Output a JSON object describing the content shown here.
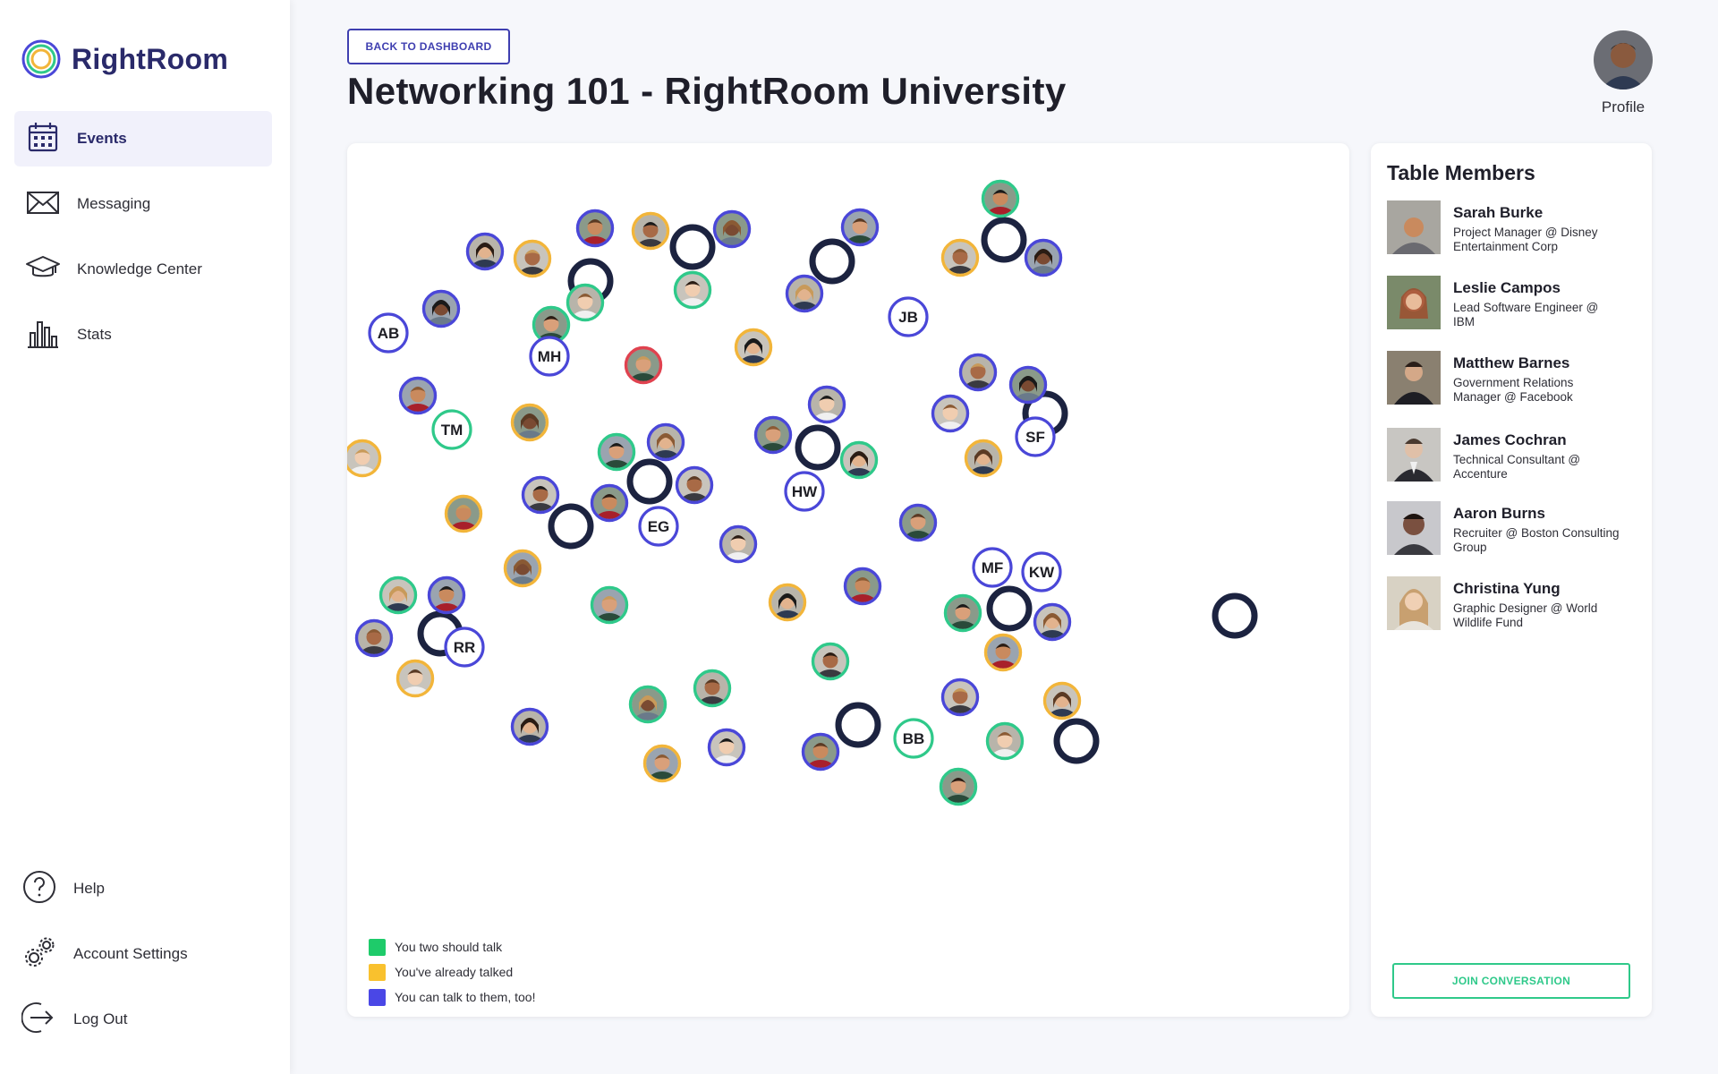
{
  "app": {
    "name": "RightRoom"
  },
  "sidebar": {
    "nav": [
      {
        "label": "Events",
        "icon": "calendar-icon",
        "active": true
      },
      {
        "label": "Messaging",
        "icon": "mail-icon",
        "active": false
      },
      {
        "label": "Knowledge Center",
        "icon": "graduation-cap-icon",
        "active": false
      },
      {
        "label": "Stats",
        "icon": "bar-chart-icon",
        "active": false
      }
    ],
    "bottom": [
      {
        "label": "Help",
        "icon": "help-icon"
      },
      {
        "label": "Account Settings",
        "icon": "gears-icon"
      },
      {
        "label": "Log Out",
        "icon": "logout-icon"
      }
    ]
  },
  "header": {
    "back_label": "BACK TO DASHBOARD",
    "title": "Networking 101 - RightRoom University",
    "profile_label": "Profile"
  },
  "colors": {
    "green": "#2fc98a",
    "yellow": "#f2b53a",
    "blue": "#4a47d8",
    "red": "#e0424f",
    "table": "#1c2340",
    "brand": "#2a2a6a"
  },
  "legend": [
    {
      "label": "You two should talk",
      "color": "#1ecb6a"
    },
    {
      "label": "You've already talked",
      "color": "#f9c12e"
    },
    {
      "label": "You can talk to them, too!",
      "color": "#4a47e6"
    }
  ],
  "members_panel": {
    "title": "Table Members",
    "join_label": "JOIN CONVERSATION",
    "members": [
      {
        "name": "Sarah Burke",
        "role": "Project Manager @ Disney Entertainment Corp",
        "avatar": "#c98a5e"
      },
      {
        "name": "Leslie Campos",
        "role": "Lead Software Engineer @ IBM",
        "avatar": "#b76a4a"
      },
      {
        "name": "Matthew Barnes",
        "role": "Government Relations Manager @ Facebook",
        "avatar": "#5a4a40"
      },
      {
        "name": "James Cochran",
        "role": "Technical Consultant @ Accenture",
        "avatar": "#8a7a70"
      },
      {
        "name": "Aaron Burns",
        "role": "Recruiter @ Boston Consulting Group",
        "avatar": "#7a5040"
      },
      {
        "name": "Christina Yung",
        "role": "Graphic Designer @ World Wildlife Fund",
        "avatar": "#d8b894"
      }
    ]
  },
  "tables": [
    {
      "seats": []
    },
    {
      "seats": []
    },
    {
      "seats": []
    },
    {
      "seats": []
    },
    {
      "seats": []
    },
    {
      "seats": []
    },
    {
      "seats": []
    },
    {
      "seats": []
    },
    {
      "seats": []
    },
    {
      "seats": []
    },
    {
      "seats": []
    },
    {
      "seats": []
    },
    {
      "seats": []
    }
  ],
  "people": [
    {
      "initials": "",
      "ring": "blue"
    },
    {
      "initials": "",
      "ring": "blue"
    },
    {
      "initials": "",
      "ring": "yellow"
    },
    {
      "initials": "",
      "ring": "blue"
    },
    {
      "initials": "",
      "ring": "green"
    },
    {
      "initials": "",
      "ring": "green"
    },
    {
      "initials": "AB",
      "ring": "blue"
    },
    {
      "initials": "MH",
      "ring": "blue"
    },
    {
      "initials": "",
      "ring": "yellow"
    },
    {
      "initials": "",
      "ring": "blue"
    },
    {
      "initials": "",
      "ring": "green"
    },
    {
      "initials": "",
      "ring": "blue"
    },
    {
      "initials": "",
      "ring": "blue"
    },
    {
      "initials": "",
      "ring": "green"
    },
    {
      "initials": "",
      "ring": "yellow"
    },
    {
      "initials": "",
      "ring": "blue"
    },
    {
      "initials": "JB",
      "ring": "blue"
    },
    {
      "initials": "",
      "ring": "red"
    },
    {
      "initials": "",
      "ring": "yellow"
    },
    {
      "initials": "",
      "ring": "blue"
    },
    {
      "initials": "TM",
      "ring": "green"
    },
    {
      "initials": "",
      "ring": "yellow"
    },
    {
      "initials": "",
      "ring": "yellow"
    },
    {
      "initials": "",
      "ring": "green"
    },
    {
      "initials": "",
      "ring": "blue"
    },
    {
      "initials": "",
      "ring": "blue"
    },
    {
      "initials": "",
      "ring": "blue"
    },
    {
      "initials": "EG",
      "ring": "blue"
    },
    {
      "initials": "",
      "ring": "blue"
    },
    {
      "initials": "",
      "ring": "blue"
    },
    {
      "initials": "",
      "ring": "green"
    },
    {
      "initials": "HW",
      "ring": "blue"
    },
    {
      "initials": "",
      "ring": "blue"
    },
    {
      "initials": "",
      "ring": "blue"
    },
    {
      "initials": "",
      "ring": "blue"
    },
    {
      "initials": "SF",
      "ring": "blue"
    },
    {
      "initials": "",
      "ring": "yellow"
    },
    {
      "initials": "",
      "ring": "yellow"
    },
    {
      "initials": "",
      "ring": "blue"
    },
    {
      "initials": "",
      "ring": "yellow"
    },
    {
      "initials": "",
      "ring": "blue"
    },
    {
      "initials": "",
      "ring": "blue"
    },
    {
      "initials": "",
      "ring": "green"
    },
    {
      "initials": "",
      "ring": "blue"
    },
    {
      "initials": "",
      "ring": "blue"
    },
    {
      "initials": "RR",
      "ring": "blue"
    },
    {
      "initials": "",
      "ring": "yellow"
    },
    {
      "initials": "",
      "ring": "green"
    },
    {
      "initials": "",
      "ring": "yellow"
    },
    {
      "initials": "",
      "ring": "blue"
    },
    {
      "initials": "",
      "ring": "green"
    },
    {
      "initials": "MF",
      "ring": "blue"
    },
    {
      "initials": "KW",
      "ring": "blue"
    },
    {
      "initials": "",
      "ring": "green"
    },
    {
      "initials": "",
      "ring": "blue"
    },
    {
      "initials": "",
      "ring": "yellow"
    },
    {
      "initials": "",
      "ring": "green"
    },
    {
      "initials": "",
      "ring": "green"
    },
    {
      "initials": "",
      "ring": "blue"
    },
    {
      "initials": "",
      "ring": "yellow"
    },
    {
      "initials": "",
      "ring": "blue"
    },
    {
      "initials": "",
      "ring": "blue"
    },
    {
      "initials": "",
      "ring": "blue"
    },
    {
      "initials": "BB",
      "ring": "green"
    },
    {
      "initials": "",
      "ring": "green"
    },
    {
      "initials": "",
      "ring": "green"
    },
    {
      "initials": "",
      "ring": "yellow"
    }
  ]
}
